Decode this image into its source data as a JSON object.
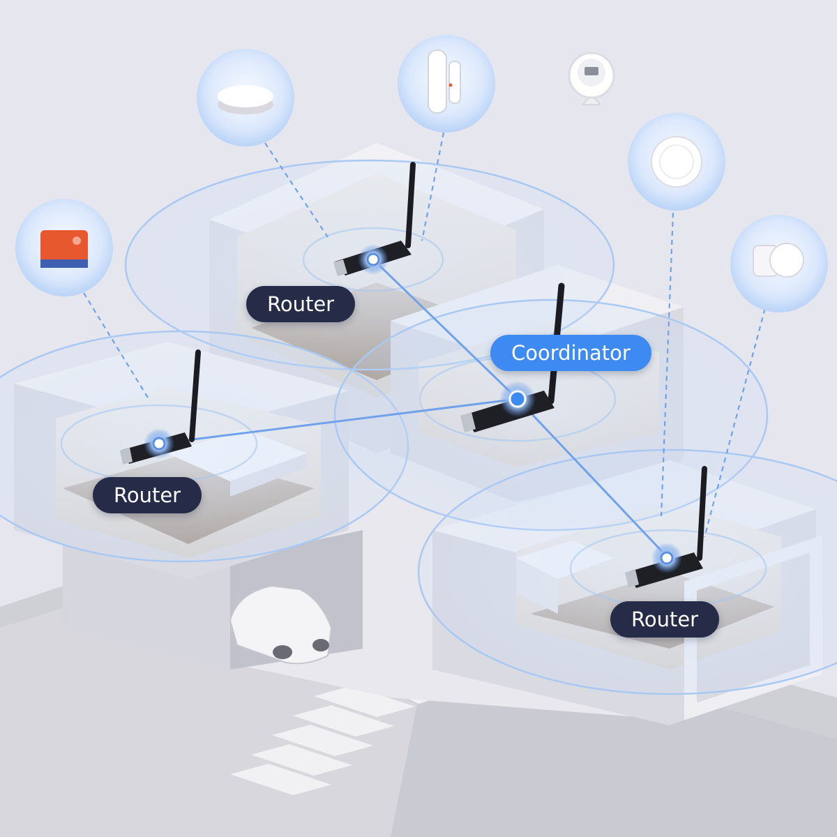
{
  "nodes": {
    "router_top": {
      "label": "Router",
      "role": "router"
    },
    "router_left": {
      "label": "Router",
      "role": "router"
    },
    "coordinator": {
      "label": "Coordinator",
      "role": "coordinator"
    },
    "router_right": {
      "label": "Router",
      "role": "router"
    }
  },
  "devices": [
    {
      "name": "relay-module-icon",
      "type": "relay-module"
    },
    {
      "name": "hub-icon",
      "type": "round-hub"
    },
    {
      "name": "door-sensor-icon",
      "type": "door-window-sensor"
    },
    {
      "name": "thermo-hygrometer-icon",
      "type": "temperature-humidity-sensor"
    },
    {
      "name": "wireless-button-icon",
      "type": "wireless-button"
    },
    {
      "name": "motion-sensor-icon",
      "type": "motion-sensor"
    }
  ],
  "colors": {
    "background": "#e6e6ee",
    "router_label_bg": "#262c48",
    "coordinator_label_bg": "#3d8af2",
    "link_line": "#6fa2ea",
    "signal_ring": "#a9c8f2",
    "device_badge": "#cfe1fb",
    "relay_orange": "#e8582f",
    "antenna": "#1b1c22"
  }
}
